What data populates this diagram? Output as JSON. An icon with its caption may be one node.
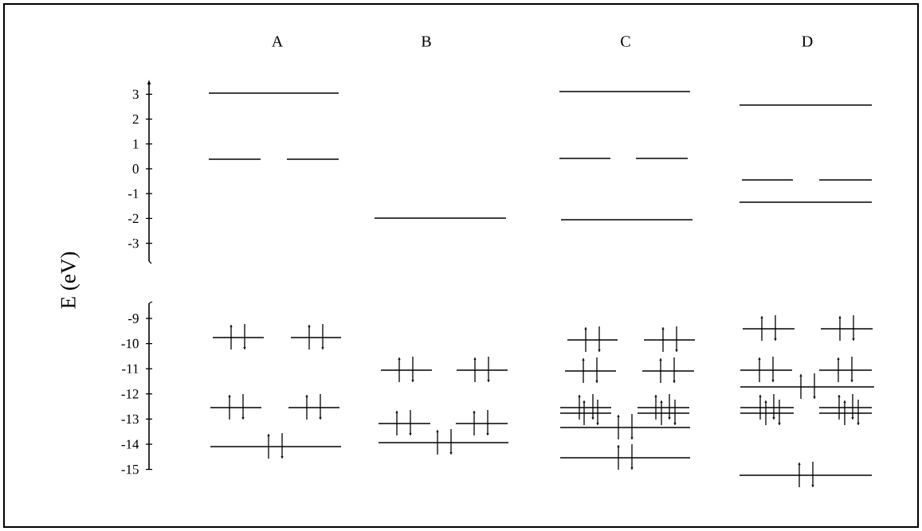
{
  "diagram": {
    "labels": [
      "A",
      "B",
      "C",
      "D",
      "3",
      "2",
      "1",
      "0",
      "-1",
      "-2",
      "-3",
      "E (eV)",
      "-9",
      "-10",
      "-11",
      "-12",
      "-13",
      "-14",
      "-15"
    ]
  }
}
